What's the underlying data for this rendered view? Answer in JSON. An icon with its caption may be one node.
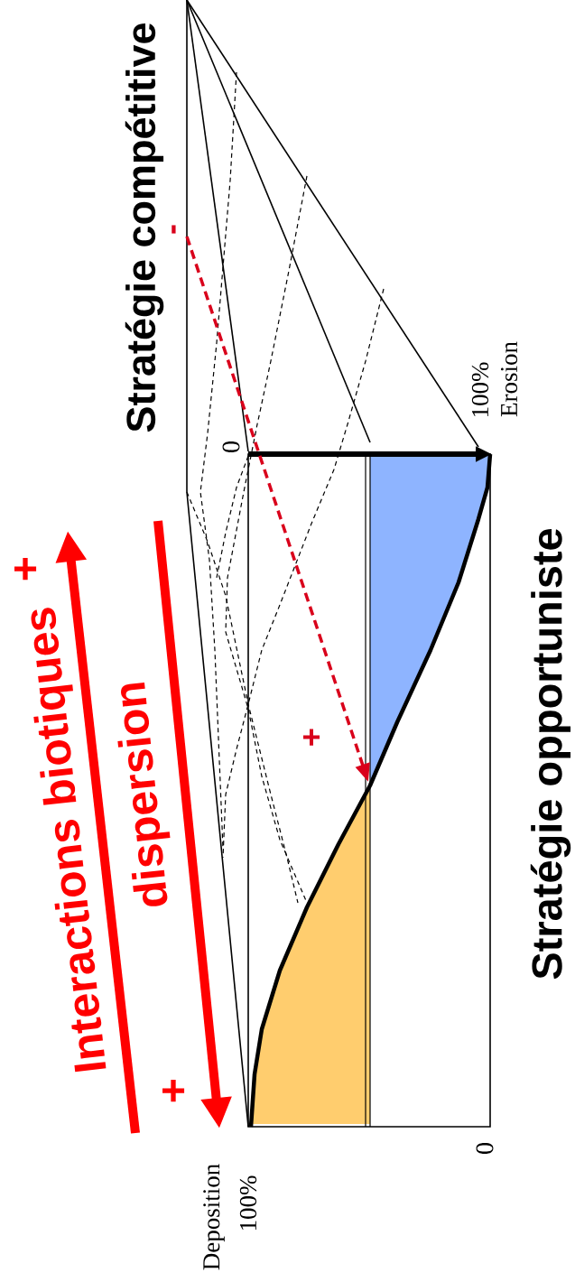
{
  "diagram": {
    "labels": [
      "Stratégie compétitive",
      "-",
      "0",
      "100%",
      "Erosion",
      "Interactions biotiques",
      "+",
      "dispersion",
      "+",
      "+",
      "Stratégie opportuniste",
      "Deposition",
      "100%",
      "0"
    ]
  }
}
